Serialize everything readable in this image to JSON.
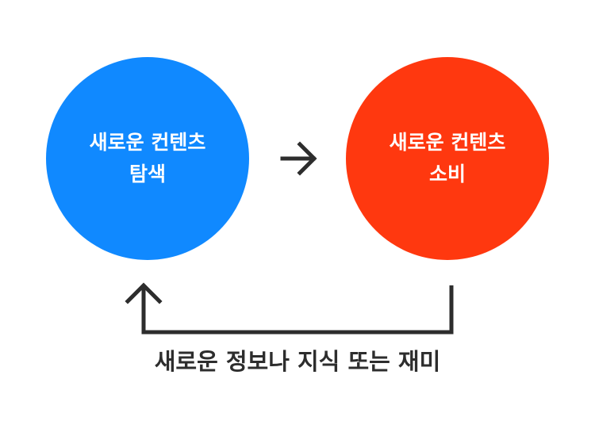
{
  "diagram": {
    "left_node": {
      "line1": "새로운 컨텐츠",
      "line2": "탐색",
      "color": "#1089ff"
    },
    "right_node": {
      "line1": "새로운 컨텐츠",
      "line2": "소비",
      "color": "#ff380f"
    },
    "loop_label": "새로운 정보나 지식 또는 재미",
    "arrow_color": "#2d2d2d"
  }
}
